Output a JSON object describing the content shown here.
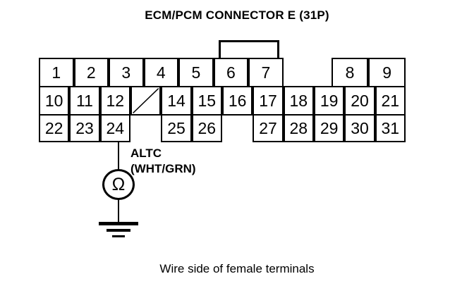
{
  "title": "ECM/PCM CONNECTOR E (31P)",
  "caption": "Wire side of female terminals",
  "colors": {
    "ink": "#000000",
    "background": "#ffffff"
  },
  "connector": {
    "name": "ECM/PCM CONNECTOR E",
    "pin_count": "31P",
    "grid_columns": 12,
    "rows": [
      {
        "row": "top",
        "cells": [
          {
            "label": "1",
            "col": 0,
            "span": 1.1428,
            "blank": false
          },
          {
            "label": "2",
            "col": 1.1428,
            "span": 1.1428,
            "blank": false
          },
          {
            "label": "3",
            "col": 2.2857,
            "span": 1.1428,
            "blank": false
          },
          {
            "label": "4",
            "col": 3.4285,
            "span": 1.1428,
            "blank": false
          },
          {
            "label": "5",
            "col": 4.5714,
            "span": 1.1428,
            "blank": false
          },
          {
            "label": "6",
            "col": 5.7142,
            "span": 1.1428,
            "blank": false
          },
          {
            "label": "7",
            "col": 6.8571,
            "span": 1.1428,
            "blank": false
          },
          {
            "label": "8",
            "col": 9.5714,
            "span": 1.2143,
            "blank": false
          },
          {
            "label": "9",
            "col": 10.7857,
            "span": 1.2143,
            "blank": false
          }
        ]
      },
      {
        "row": "middle",
        "cells": [
          {
            "label": "10",
            "col": 0,
            "span": 1,
            "blank": false
          },
          {
            "label": "11",
            "col": 1,
            "span": 1,
            "blank": false
          },
          {
            "label": "12",
            "col": 2,
            "span": 1,
            "blank": false
          },
          {
            "label": "",
            "col": 3,
            "span": 1,
            "blank": true
          },
          {
            "label": "14",
            "col": 4,
            "span": 1,
            "blank": false
          },
          {
            "label": "15",
            "col": 5,
            "span": 1,
            "blank": false
          },
          {
            "label": "16",
            "col": 6,
            "span": 1,
            "blank": false
          },
          {
            "label": "17",
            "col": 7,
            "span": 1,
            "blank": false
          },
          {
            "label": "18",
            "col": 8,
            "span": 1,
            "blank": false
          },
          {
            "label": "19",
            "col": 9,
            "span": 1,
            "blank": false
          },
          {
            "label": "20",
            "col": 10,
            "span": 1,
            "blank": false
          },
          {
            "label": "21",
            "col": 11,
            "span": 1,
            "blank": false
          }
        ]
      },
      {
        "row": "bottom",
        "cells": [
          {
            "label": "22",
            "col": 0,
            "span": 1,
            "blank": false
          },
          {
            "label": "23",
            "col": 1,
            "span": 1,
            "blank": false
          },
          {
            "label": "24",
            "col": 2,
            "span": 1,
            "blank": false
          },
          {
            "label": "25",
            "col": 4,
            "span": 1,
            "blank": false
          },
          {
            "label": "26",
            "col": 5,
            "span": 1,
            "blank": false
          },
          {
            "label": "27",
            "col": 7,
            "span": 1,
            "blank": false
          },
          {
            "label": "28",
            "col": 8,
            "span": 1,
            "blank": false
          },
          {
            "label": "29",
            "col": 9,
            "span": 1,
            "blank": false
          },
          {
            "label": "30",
            "col": 10,
            "span": 1,
            "blank": false
          },
          {
            "label": "31",
            "col": 11,
            "span": 1,
            "blank": false
          }
        ]
      }
    ]
  },
  "measurement": {
    "terminal": "24",
    "signal_name": "ALTC",
    "wire_color": "(WHT/GRN)",
    "meter_symbol": "Ω",
    "meter_type": "ohmmeter",
    "ground_symbol": "chassis-ground"
  }
}
